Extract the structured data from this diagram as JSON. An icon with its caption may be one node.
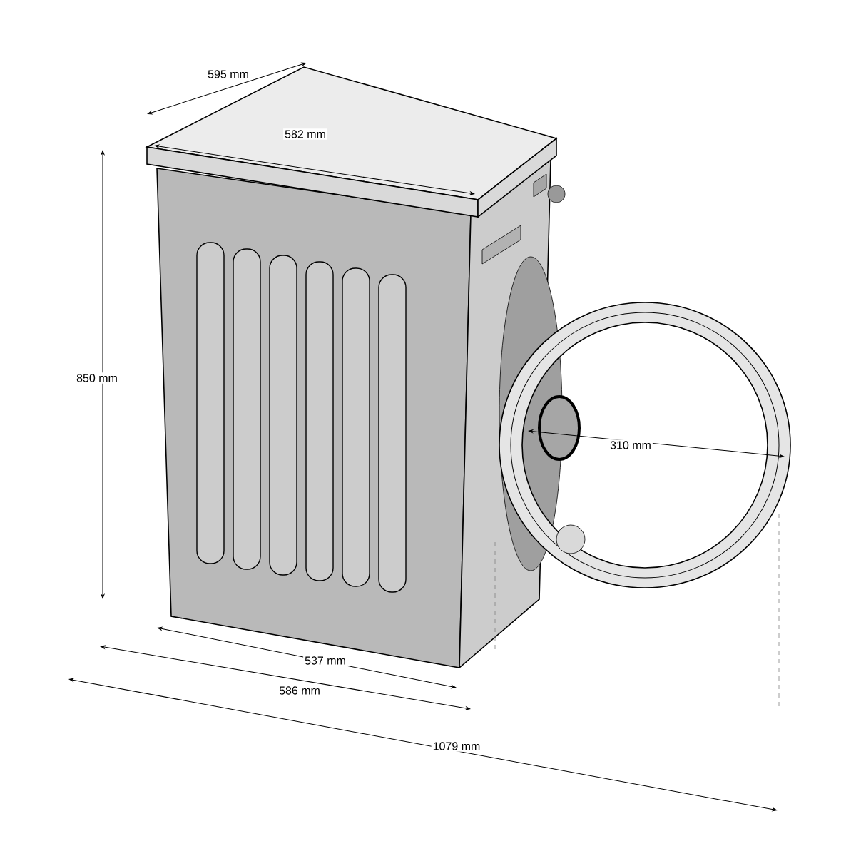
{
  "diagram": {
    "labels": [
      "595 mm",
      "582 mm",
      "850 mm",
      "310 mm",
      "537 mm",
      "586 mm",
      "1079 mm"
    ]
  }
}
